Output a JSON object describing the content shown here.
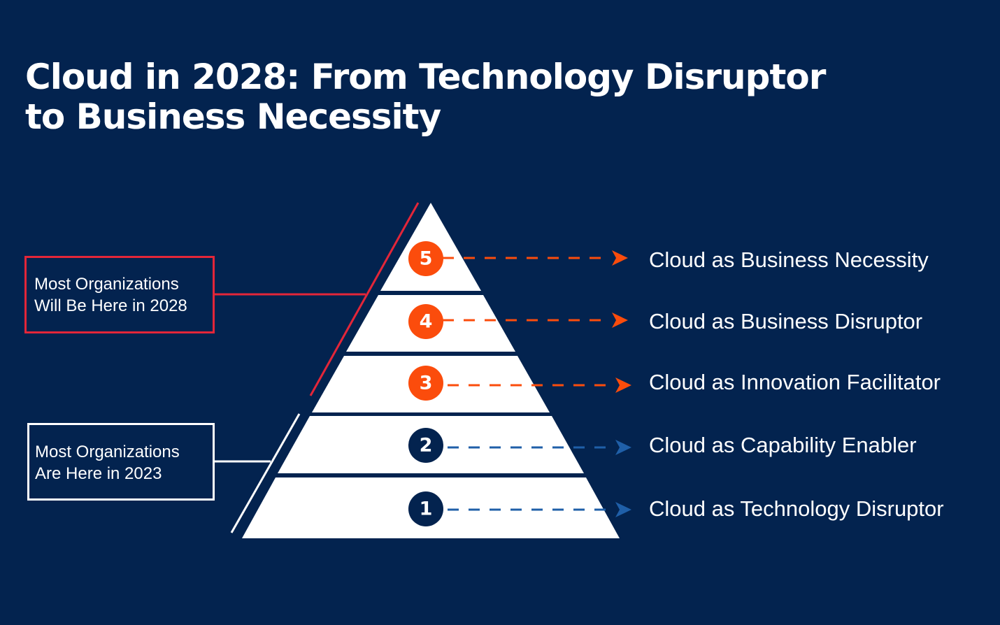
{
  "title": {
    "line1": "Cloud in 2028: From Technology Disruptor",
    "line2": "to Business Necessity"
  },
  "colors": {
    "background": "#03234f",
    "pyramid": "#ffffff",
    "accent_orange": "#fb4c0c",
    "accent_red": "#e32639",
    "marker_navy": "#03234f",
    "connector_blue": "#1f5fa8"
  },
  "callouts": {
    "future": {
      "line1": "Most Organizations",
      "line2": "Will Be Here in 2028"
    },
    "current": {
      "line1": "Most Organizations",
      "line2": "Are Here in 2023"
    }
  },
  "levels": [
    {
      "number": "5",
      "label": "Cloud as Business Necessity",
      "group": "2028"
    },
    {
      "number": "4",
      "label": "Cloud as Business Disruptor",
      "group": "2028"
    },
    {
      "number": "3",
      "label": "Cloud as Innovation Facilitator",
      "group": "2028"
    },
    {
      "number": "2",
      "label": "Cloud as Capability Enabler",
      "group": "2023"
    },
    {
      "number": "1",
      "label": "Cloud as Technology Disruptor",
      "group": "2023"
    }
  ]
}
